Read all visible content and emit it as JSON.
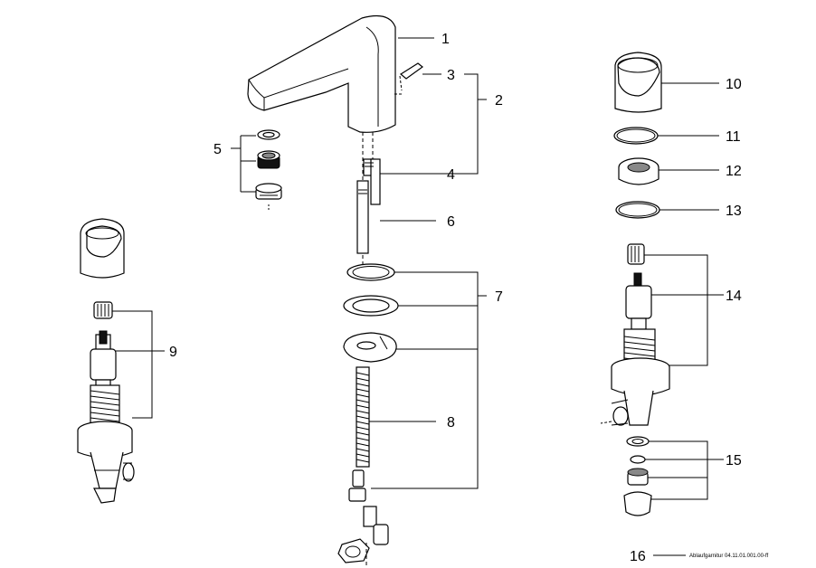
{
  "callouts": {
    "n1": "1",
    "n2": "2",
    "n3": "3",
    "n4": "4",
    "n5": "5",
    "n6": "6",
    "n7": "7",
    "n8": "8",
    "n9": "9",
    "n10": "10",
    "n11": "11",
    "n12": "12",
    "n13": "13",
    "n14": "14",
    "n15": "15",
    "n16": "16"
  },
  "note16": "Ablaufgarnitur 04.11.01.001.00-ff"
}
